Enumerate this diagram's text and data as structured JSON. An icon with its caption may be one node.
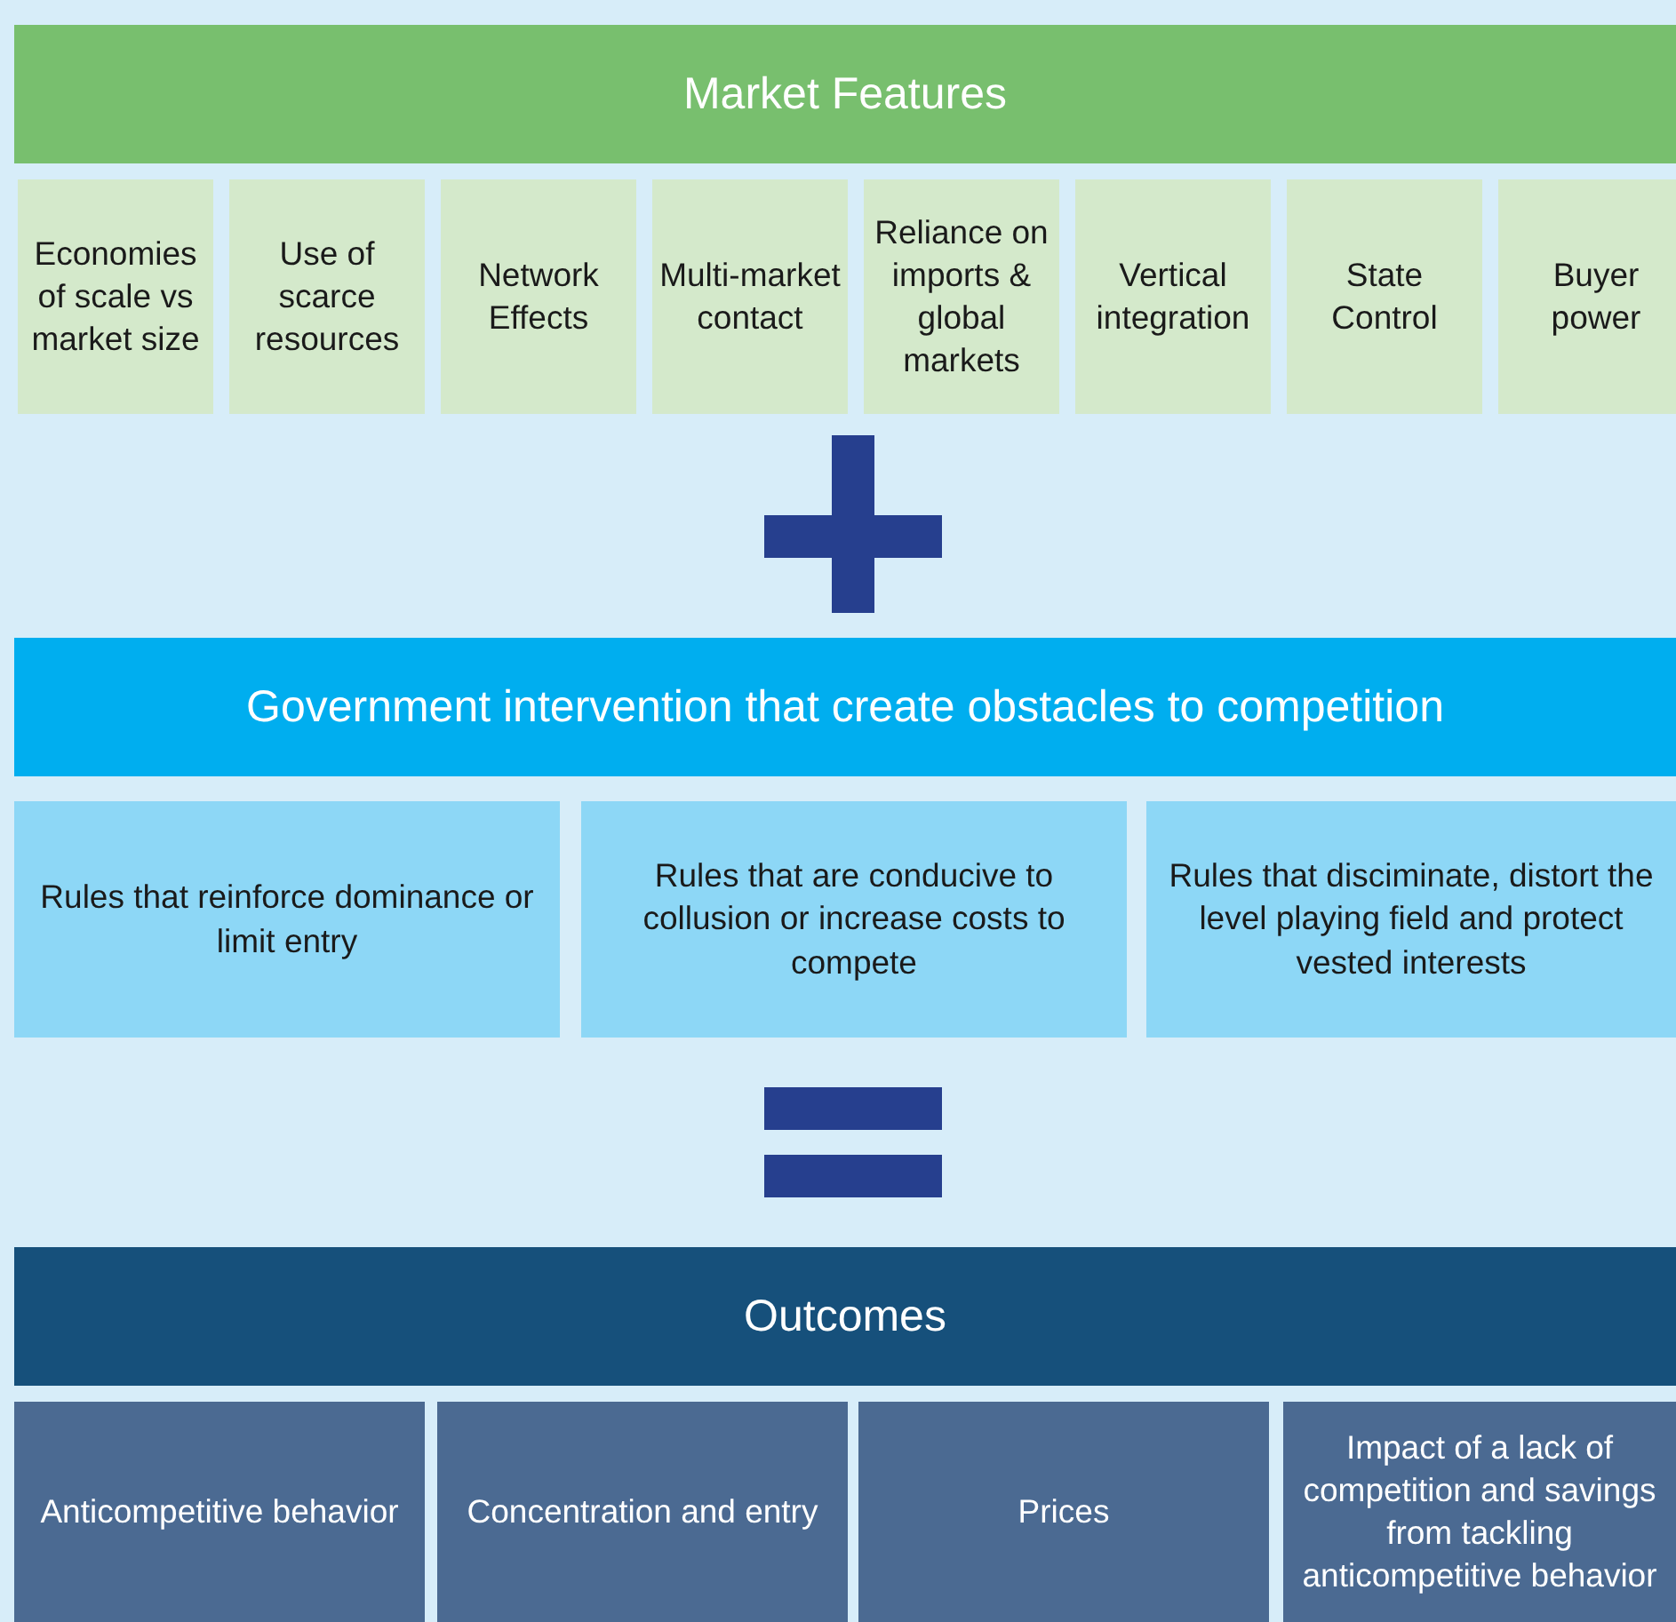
{
  "diagram": {
    "nodes": [
      {
        "text": [
          "Market Features"
        ]
      },
      {
        "text": [
          "Economies of scale vs market size"
        ]
      },
      {
        "text": [
          "Use of scarce resources"
        ]
      },
      {
        "text": [
          "Network Effects"
        ]
      },
      {
        "text": [
          "Multi-market contact"
        ]
      },
      {
        "text": [
          "Reliance on imports & global markets"
        ]
      },
      {
        "text": [
          "Vertical integration"
        ]
      },
      {
        "text": [
          "State Control"
        ]
      },
      {
        "text": [
          "Buyer power"
        ]
      },
      {
        "text": [
          "Government intervention that create obstacles to competition"
        ]
      },
      {
        "text": [
          "Rules that reinforce dominance or limit entry"
        ]
      },
      {
        "text": [
          "Rules that are conducive to collusion or increase costs to compete"
        ]
      },
      {
        "text": [
          "Rules that disciminate, distort the level playing field and protect vested interests"
        ]
      },
      {
        "text": [
          "Outcomes"
        ]
      },
      {
        "text": [
          "Anticompetitive behavior"
        ]
      },
      {
        "text": [
          "Concentration and entry"
        ]
      },
      {
        "text": [
          "Prices"
        ]
      },
      {
        "text": [
          "Impact of a lack of competition and savings from tackling anticompetitive behavior"
        ]
      }
    ]
  }
}
